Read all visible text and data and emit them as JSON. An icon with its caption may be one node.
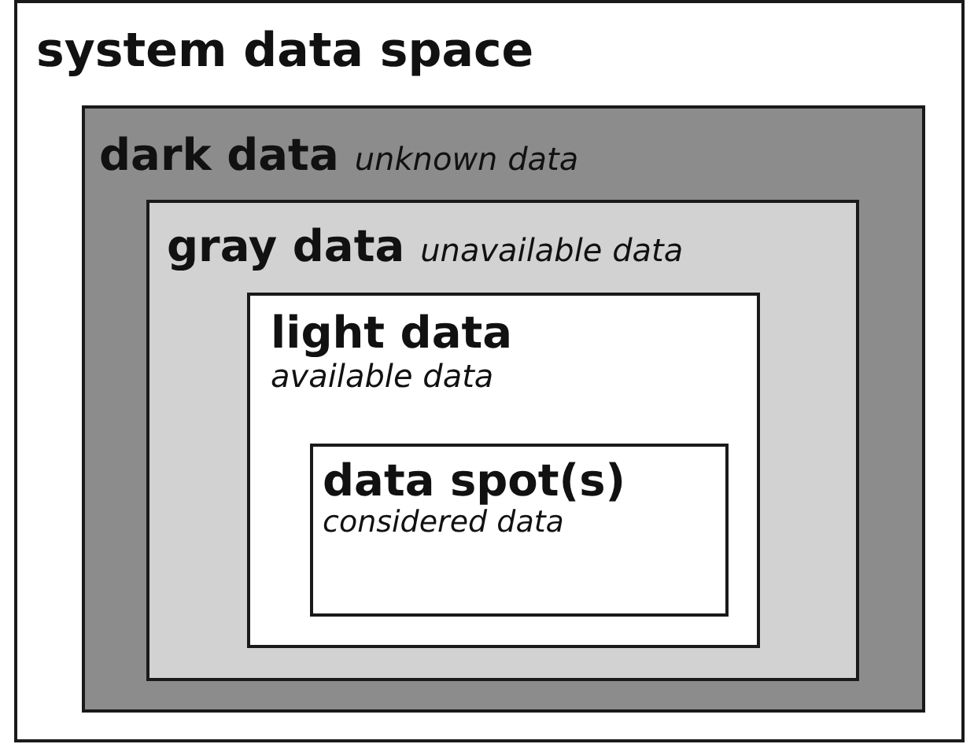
{
  "diagram": {
    "nodes": [
      {
        "text": [
          "system data space"
        ]
      },
      {
        "text": [
          "dark data",
          "unknown data"
        ],
        "in": 0
      },
      {
        "text": [
          "gray data",
          "unavailable data"
        ],
        "in": 1
      },
      {
        "text": [
          "light data",
          "available data"
        ],
        "in": 2
      },
      {
        "text": [
          "data spot(s)",
          "considered data"
        ],
        "in": 3
      }
    ]
  }
}
